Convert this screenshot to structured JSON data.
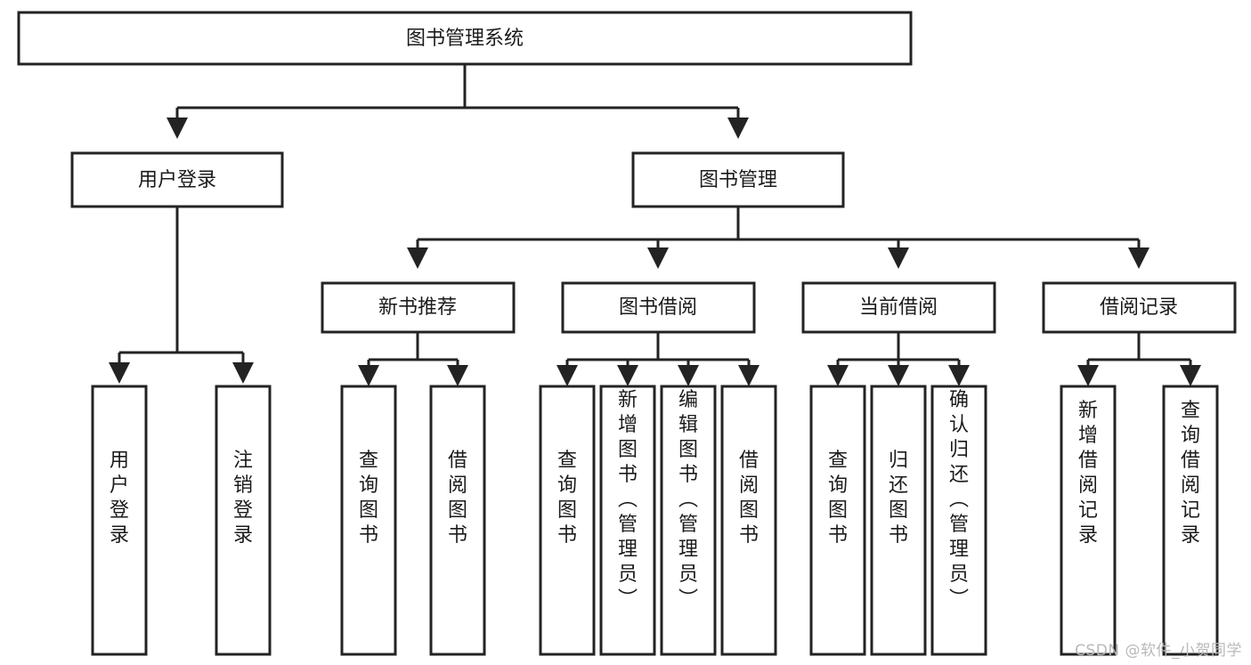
{
  "diagram": {
    "type": "hierarchy-tree",
    "title": "图书管理系统",
    "orientation": "top-down",
    "watermark": "CSDN @软件_小贺同学",
    "colors": {
      "stroke": "#232323",
      "box_fill": "#ffffff",
      "text": "#1b1b1b",
      "background": "#ffffff",
      "watermark": "#b9b9b9"
    },
    "root": {
      "id": "root",
      "label": "图书管理系统"
    },
    "level2": [
      {
        "id": "user-login",
        "label": "用户登录"
      },
      {
        "id": "book-manage",
        "label": "图书管理"
      }
    ],
    "level3": [
      {
        "id": "new-book-recommend",
        "label": "新书推荐",
        "parent": "book-manage"
      },
      {
        "id": "book-borrow",
        "label": "图书借阅",
        "parent": "book-manage"
      },
      {
        "id": "current-borrow",
        "label": "当前借阅",
        "parent": "book-manage"
      },
      {
        "id": "borrow-record",
        "label": "借阅记录",
        "parent": "book-manage"
      }
    ],
    "leaves": {
      "user-login": [
        {
          "id": "leaf-user-login",
          "label": "用户登录"
        },
        {
          "id": "leaf-logout-login",
          "label": "注销登录"
        }
      ],
      "new-book-recommend": [
        {
          "id": "leaf-query-book-1",
          "label": "查询图书"
        },
        {
          "id": "leaf-borrow-book-1",
          "label": "借阅图书"
        }
      ],
      "book-borrow": [
        {
          "id": "leaf-query-book-2",
          "label": "查询图书"
        },
        {
          "id": "leaf-add-book",
          "label": "新增图书（管理员）"
        },
        {
          "id": "leaf-edit-book",
          "label": "编辑图书（管理员）"
        },
        {
          "id": "leaf-borrow-book-2",
          "label": "借阅图书"
        }
      ],
      "current-borrow": [
        {
          "id": "leaf-query-book-3",
          "label": "查询图书"
        },
        {
          "id": "leaf-return-book",
          "label": "归还图书"
        },
        {
          "id": "leaf-confirm-return",
          "label": "确认归还（管理员）"
        }
      ],
      "borrow-record": [
        {
          "id": "leaf-add-record",
          "label": "新增借阅记录"
        },
        {
          "id": "leaf-query-record",
          "label": "查询借阅记录"
        }
      ]
    }
  }
}
